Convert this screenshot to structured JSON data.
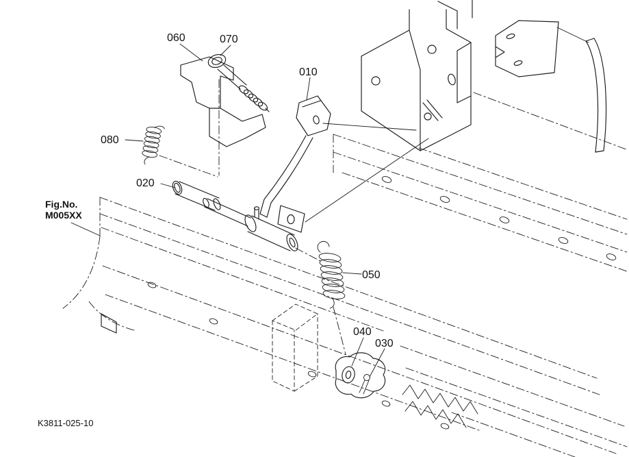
{
  "diagram": {
    "fig": {
      "label": "Fig.No.",
      "value": "M005XX"
    },
    "drawing_code": "K3811-025-10",
    "callouts": {
      "c010": "010",
      "c020": "020",
      "c030": "030",
      "c040": "040",
      "c050": "050",
      "c060": "060",
      "c070": "070",
      "c080": "080"
    },
    "colors": {
      "line": "#1a1a1a",
      "background": "#ffffff"
    }
  }
}
